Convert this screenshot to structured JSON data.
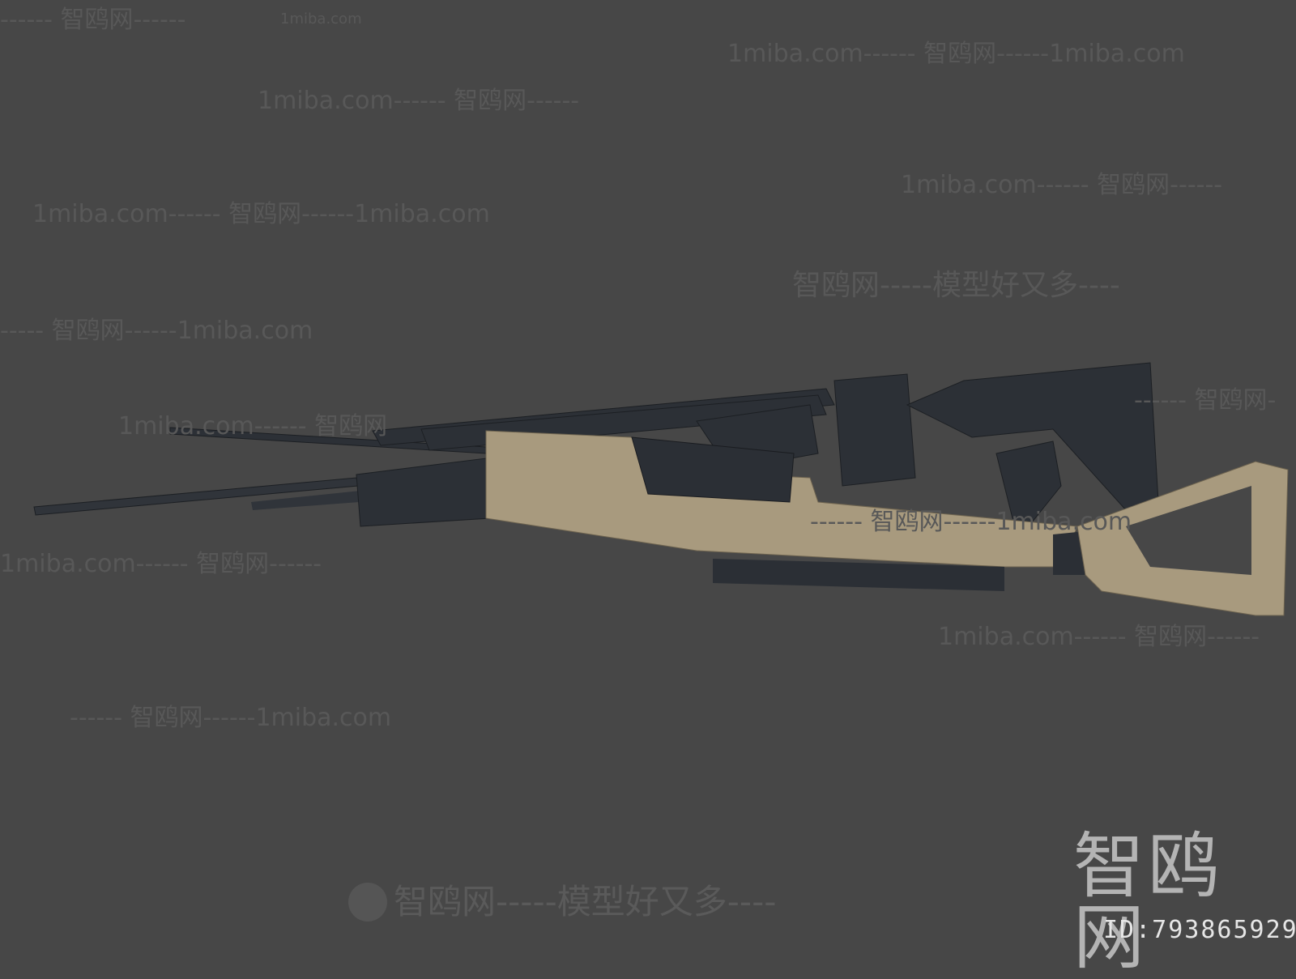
{
  "watermarks": [
    {
      "text": "------ 智鸥网------",
      "size": "big"
    },
    {
      "text": "1miba.com",
      "size": "small"
    },
    {
      "text": "1miba.com------ 智鸥网------1miba.com",
      "size": "big"
    },
    {
      "text": "1miba.com------ 智鸥网------",
      "size": "big"
    },
    {
      "text": "1miba.com------ 智鸥网------",
      "size": "big"
    },
    {
      "text": "1miba.com------ 智鸥网------1miba.com",
      "size": "big"
    },
    {
      "text": "智鸥网-----模型好又多----",
      "size": "big"
    },
    {
      "text": "----- 智鸥网------1miba.com",
      "size": "big"
    },
    {
      "text": "1miba.com------ 智鸥网",
      "size": "big"
    },
    {
      "text": "1miba.com------ 智鸥网------",
      "size": "big"
    },
    {
      "text": "------ 智鸥网------1miba.com",
      "size": "big"
    },
    {
      "text": "1miba.com------ 智鸥网------",
      "size": "big"
    },
    {
      "text": "------ 智鸥网------1miba.com",
      "size": "big"
    },
    {
      "text": "------ 智鸥网-",
      "size": "big"
    }
  ],
  "banner": {
    "text": "智鸥网-----模型好又多----",
    "icon": "seagull-logo-icon"
  },
  "logo": {
    "text": "智鸥网"
  },
  "id_label": "ID:793865929",
  "colors": {
    "background": "#474747",
    "tan": "#a89a7e",
    "dark_metal": "#2b2f35"
  }
}
